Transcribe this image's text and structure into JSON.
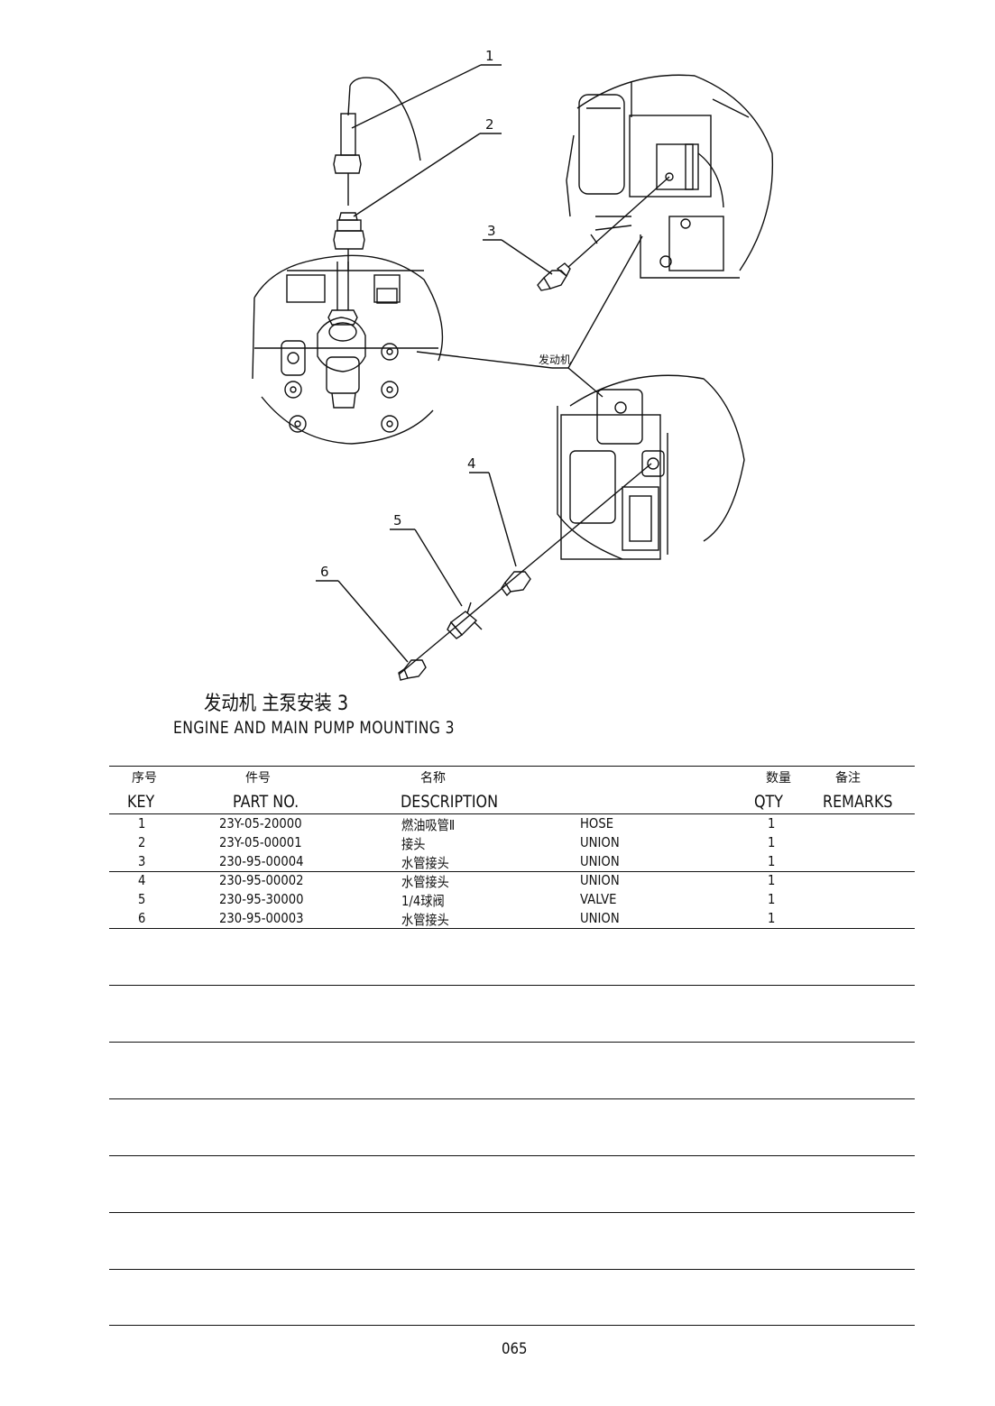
{
  "callouts": [
    "1",
    "2",
    "3",
    "4",
    "5",
    "6"
  ],
  "engine_label": "发动机",
  "title": {
    "cn": "发动机 主泵安装 3",
    "en": "ENGINE AND MAIN PUMP MOUNTING 3"
  },
  "table": {
    "headers": {
      "key": {
        "cn": "序号",
        "en": "KEY"
      },
      "part_no": {
        "cn": "件号",
        "en": "PART NO."
      },
      "description": {
        "cn": "名称",
        "en": "DESCRIPTION"
      },
      "qty": {
        "cn": "数量",
        "en": "QTY"
      },
      "remarks": {
        "cn": "备注",
        "en": "REMARKS"
      }
    },
    "rows": [
      {
        "key": "1",
        "part_no": "23Y-05-20000",
        "desc_cn": "燃油吸管Ⅱ",
        "desc_en": "HOSE",
        "qty": "1",
        "remarks": ""
      },
      {
        "key": "2",
        "part_no": "23Y-05-00001",
        "desc_cn": "接头",
        "desc_en": "UNION",
        "qty": "1",
        "remarks": ""
      },
      {
        "key": "3",
        "part_no": "230-95-00004",
        "desc_cn": "水管接头",
        "desc_en": "UNION",
        "qty": "1",
        "remarks": ""
      },
      {
        "key": "4",
        "part_no": "230-95-00002",
        "desc_cn": "水管接头",
        "desc_en": "UNION",
        "qty": "1",
        "remarks": ""
      },
      {
        "key": "5",
        "part_no": "230-95-30000",
        "desc_cn": "1/4球阀",
        "desc_en": "VALVE",
        "qty": "1",
        "remarks": ""
      },
      {
        "key": "6",
        "part_no": "230-95-00003",
        "desc_cn": "水管接头",
        "desc_en": "UNION",
        "qty": "1",
        "remarks": ""
      }
    ]
  },
  "page_number": "065"
}
